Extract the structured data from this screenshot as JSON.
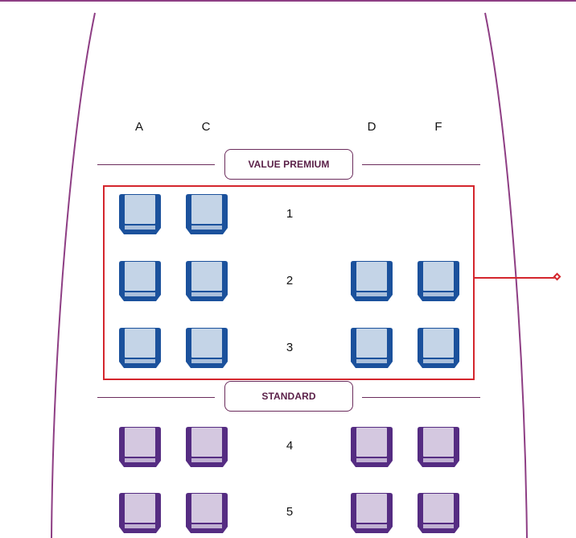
{
  "columns": [
    "A",
    "C",
    "D",
    "F"
  ],
  "sections": {
    "value_premium": {
      "label": "VALUE PREMIUM",
      "rows": [
        {
          "number": "1",
          "seats": [
            "A",
            "C"
          ]
        },
        {
          "number": "2",
          "seats": [
            "A",
            "C",
            "D",
            "F"
          ]
        },
        {
          "number": "3",
          "seats": [
            "A",
            "C",
            "D",
            "F"
          ]
        }
      ]
    },
    "standard": {
      "label": "STANDARD",
      "rows": [
        {
          "number": "4",
          "seats": [
            "A",
            "C",
            "D",
            "F"
          ]
        },
        {
          "number": "5",
          "seats": [
            "A",
            "C",
            "D",
            "F"
          ]
        }
      ]
    }
  },
  "colors": {
    "fuselage": "#8e3e84",
    "premium_seat": "#1b519c",
    "premium_cushion": "#c4d4e7",
    "standard_seat": "#552c82",
    "standard_cushion": "#d4c8e0",
    "highlight": "#d4262d"
  },
  "icons": {
    "premium_seat": "seat-premium-icon",
    "standard_seat": "seat-standard-icon",
    "callout": "callout-diamond-icon"
  }
}
